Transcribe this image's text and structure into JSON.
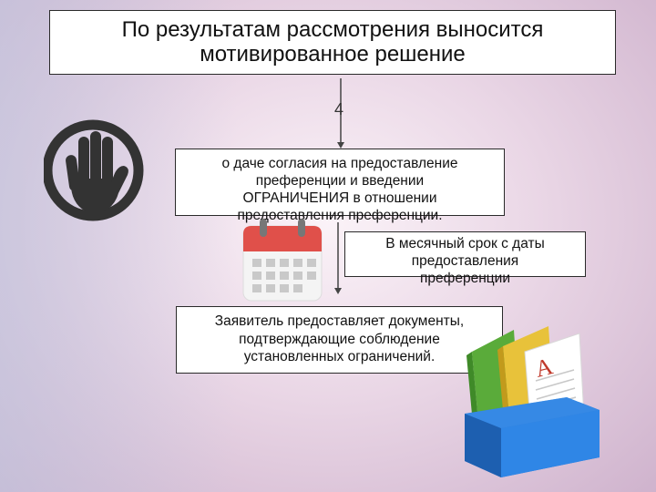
{
  "title": {
    "line1": "По результатам рассмотрения выносится",
    "line2": "мотивированное решение"
  },
  "step_number": "4",
  "consent_box": {
    "line1": "о даче согласия на предоставление",
    "line2": "преференции и введении",
    "line3": "ОГРАНИЧЕНИЯ в отношении",
    "line4": "предоставления преференции."
  },
  "term_box": {
    "line1": "В месячный срок с даты",
    "line2": "предоставления",
    "line3": "преференции"
  },
  "applicant_box": {
    "line1": "Заявитель предоставляет документы,",
    "line2": "подтверждающие соблюдение",
    "line3": "установленных ограничений."
  },
  "binder_letter": "A",
  "icons": [
    "stop-hand-icon",
    "calendar-icon",
    "binders-icon"
  ],
  "colors": {
    "box_border": "#2a2a2a",
    "stop_icon": "#333333",
    "calendar_red": "#e0504a",
    "binder_green": "#5aab3a",
    "binder_yellow": "#e8c23a",
    "binder_blue": "#2a78d4"
  }
}
